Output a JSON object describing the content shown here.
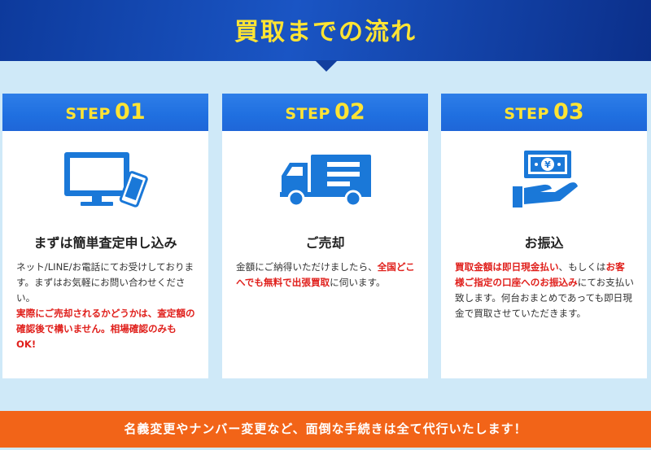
{
  "header": {
    "title": "買取までの流れ"
  },
  "steps": [
    {
      "step_word": "STEP",
      "step_num": "01",
      "icon": "monitor-phone-icon",
      "title": "まずは簡単査定申し込み",
      "body_normal": "ネット/LINE/お電話にてお受けしております。まずはお気軽にお問い合わせください。",
      "body_red": "実際にご売却されるかどうかは、査定額の確認後で構いません。相場確認のみもOK!"
    },
    {
      "step_word": "STEP",
      "step_num": "02",
      "icon": "truck-icon",
      "title": "ご売却",
      "body_a": "金額にご納得いただけましたら、",
      "body_red": "全国どこへでも無料で出張買取",
      "body_b": "に伺います。"
    },
    {
      "step_word": "STEP",
      "step_num": "03",
      "icon": "money-hand-icon",
      "title": "お振込",
      "body_red_a": "買取金額は即日現金払い",
      "body_a": "、もしくは",
      "body_red_b": "お客様ご指定の口座へのお振込み",
      "body_b": "にてお支払い致します。何台おまとめであっても即日現金で買取させていただきます。"
    }
  ],
  "footer": {
    "text": "名義変更やナンバー変更など、面倒な手続きは全て代行いたします！"
  },
  "colors": {
    "header": "#123f9f",
    "accent": "#ffe433",
    "icon": "#1a78d8",
    "red": "#e0201c",
    "footer": "#f26418"
  }
}
